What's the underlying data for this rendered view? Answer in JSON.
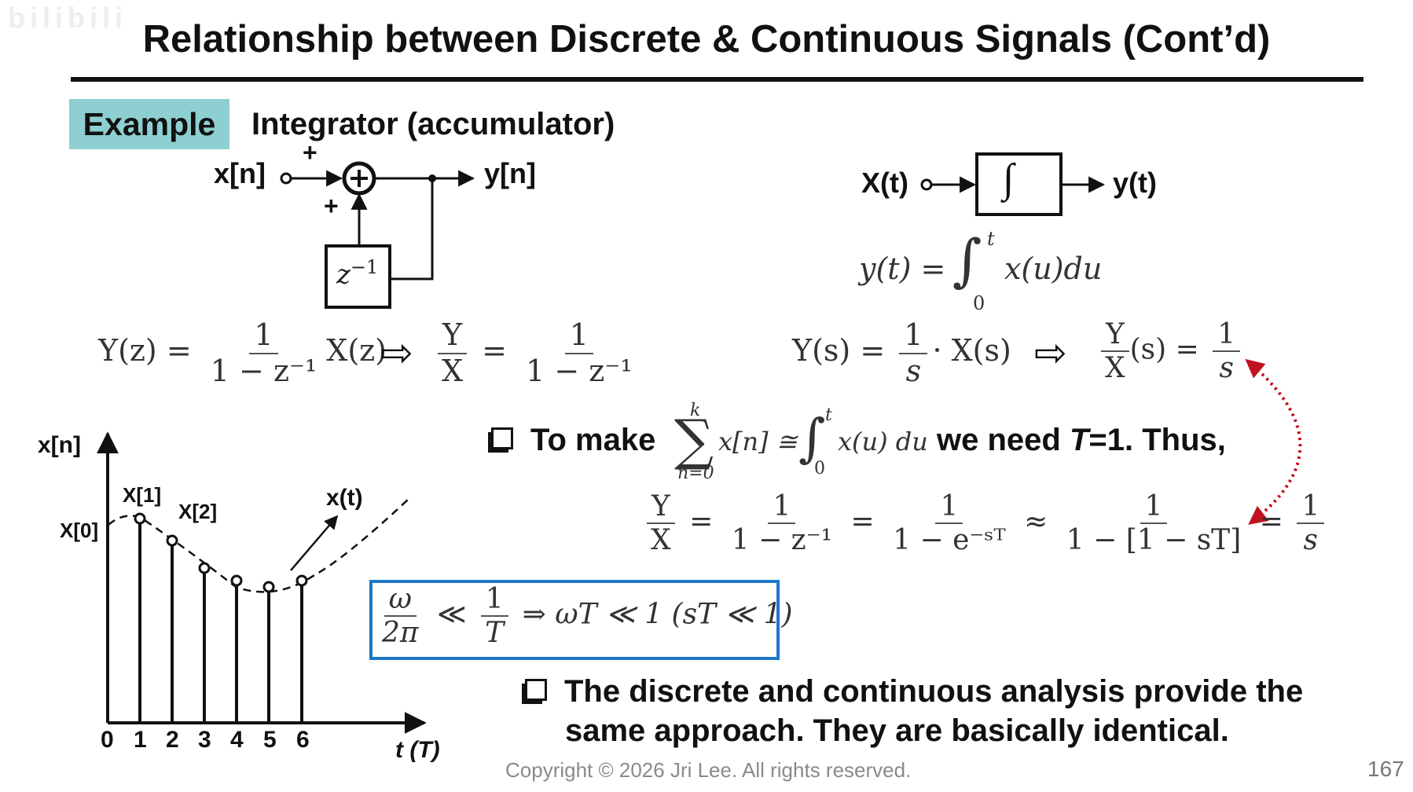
{
  "title": "Relationship between Discrete & Continuous Signals (Cont’d)",
  "watermark": "bilibili",
  "example_label": "Example",
  "subtitle": "Integrator (accumulator)",
  "discrete_diagram": {
    "input": "x[n]",
    "output": "y[n]",
    "plus_top": "+",
    "plus_left": "+",
    "delay": "z",
    "delay_exp": "−1"
  },
  "continuous_diagram": {
    "input": "X(t)",
    "output": "y(t)",
    "block_symbol": "∫"
  },
  "equations": {
    "yt_lhs": "y(t) =",
    "yt_upper": "t",
    "yt_lower": "0",
    "yt_integrand": "x(u)du",
    "yz_lhs": "Y(z) =",
    "yz_num": "1",
    "yz_den": "1 − z⁻¹",
    "yz_rhs": "X(z)",
    "hz_num": "Y",
    "hz_den": "X",
    "hz_eq": "=",
    "hz_rnum": "1",
    "hz_rden": "1 − z⁻¹",
    "ys_lhs": "Y(s) =",
    "ys_num": "1",
    "ys_den": "s",
    "ys_rhs": "· X(s)",
    "hs_num": "Y",
    "hs_den": "X",
    "hs_mid": "(s) =",
    "hs_rnum": "1",
    "hs_rden": "s",
    "arrow": "⇨"
  },
  "bullet1": {
    "lead": "To make",
    "sum_top": "k",
    "sum_bottom": "n=0",
    "sum_term": "x[n] ≅",
    "int_upper": "t",
    "int_lower": "0",
    "int_term": "x(u) du",
    "tail_a": "we need ",
    "tail_t": "T",
    "tail_b": "=1. Thus,"
  },
  "chain": {
    "f1_num": "Y",
    "f1_den": "X",
    "eq1": "=",
    "f2_num": "1",
    "f2_den": "1 − z⁻¹",
    "eq2": "=",
    "f3_num": "1",
    "f3_den": "1 − e⁻ˢᵀ",
    "approx": "≈",
    "f4_num": "1",
    "f4_den": "1 − [1 − sT]",
    "eq3": "=",
    "f5_num": "1",
    "f5_den": "s"
  },
  "condition": {
    "f1_num": "ω",
    "f1_den": "2π",
    "ll1": "≪",
    "f2_num": "1",
    "f2_den": "T",
    "rest": "⇒ ωT ≪ 1 (sT ≪ 1)"
  },
  "plot": {
    "ylabel": "x[n]",
    "xlabel_t": "t (",
    "xlabel_T": "T",
    "xlabel_close": ")",
    "curve_label": "x(t)",
    "point_labels": [
      "X[0]",
      "X[1]",
      "X[2]"
    ],
    "ticks": [
      "0",
      "1",
      "2",
      "3",
      "4",
      "5",
      "6"
    ]
  },
  "bullet2": {
    "line1": "The discrete and continuous analysis provide the",
    "line2": "same approach. They are basically identical."
  },
  "copyright": "Copyright © 2026 Jri Lee. All rights reserved.",
  "page_number": "167",
  "colors": {
    "badge": "#8ecfd1",
    "box_border": "#1f77c9",
    "dotted_arrow": "#c0121f"
  }
}
